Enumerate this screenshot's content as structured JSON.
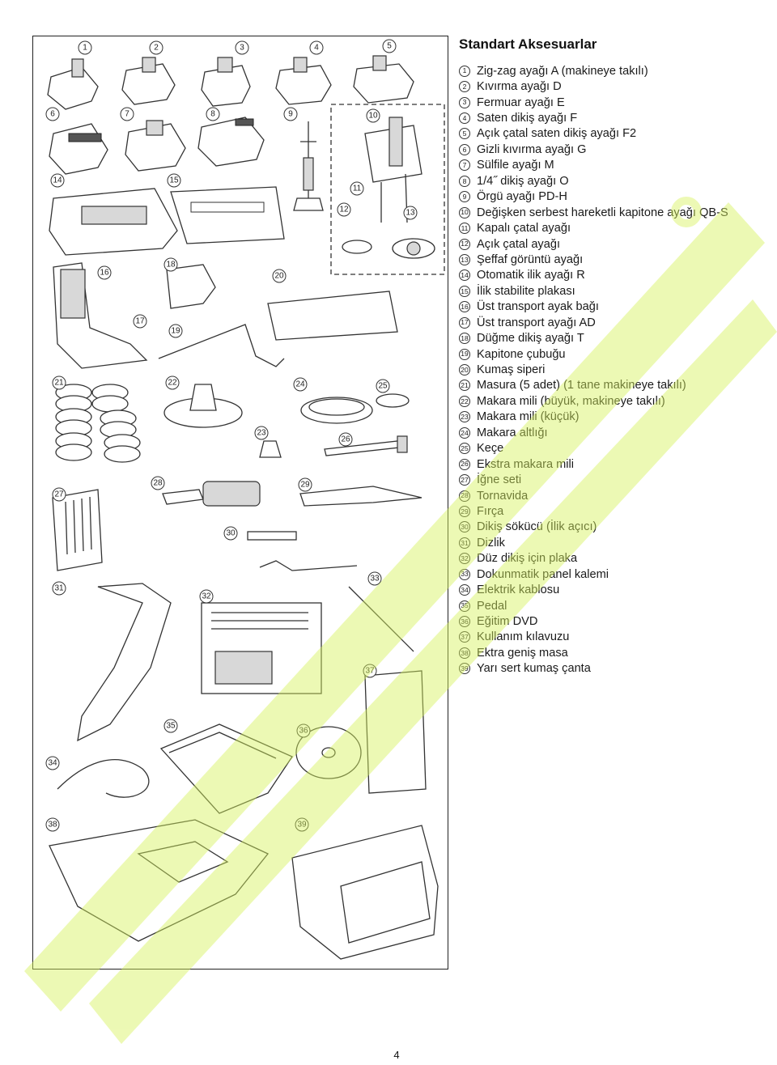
{
  "section_title": "Standart Aksesuarlar",
  "page_number": "4",
  "accent_colors": {
    "watermark_green": "#d6f25a",
    "line_art": "#333333"
  },
  "accessories": [
    {
      "num": "1",
      "label": "Zig-zag ayağı A (makineye takılı)"
    },
    {
      "num": "2",
      "label": "Kıvırma ayağı D"
    },
    {
      "num": "3",
      "label": "Fermuar ayağı E"
    },
    {
      "num": "4",
      "label": "Saten dikiş ayağı F"
    },
    {
      "num": "5",
      "label": "Açık çatal saten dikiş ayağı F2"
    },
    {
      "num": "6",
      "label": "Gizli kıvırma ayağı G"
    },
    {
      "num": "7",
      "label": "Sülfile ayağı M"
    },
    {
      "num": "8",
      "label": "1/4˝ dikiş ayağı O"
    },
    {
      "num": "9",
      "label": "Örgü ayağı PD-H"
    },
    {
      "num": "10",
      "label": "Değişken serbest hareketli kapitone ayağı QB-S"
    },
    {
      "num": "11",
      "label": "Kapalı çatal ayağı"
    },
    {
      "num": "12",
      "label": "Açık çatal ayağı"
    },
    {
      "num": "13",
      "label": "Şeffaf görüntü ayağı"
    },
    {
      "num": "14",
      "label": "Otomatik ilik ayağı R"
    },
    {
      "num": "15",
      "label": "İlik stabilite plakası"
    },
    {
      "num": "16",
      "label": "Üst transport ayak bağı"
    },
    {
      "num": "17",
      "label": "Üst transport ayağı AD"
    },
    {
      "num": "18",
      "label": "Düğme dikiş ayağı T"
    },
    {
      "num": "19",
      "label": "Kapitone çubuğu"
    },
    {
      "num": "20",
      "label": "Kumaş siperi"
    },
    {
      "num": "21",
      "label": "Masura (5 adet) (1 tane makineye takılı)"
    },
    {
      "num": "22",
      "label": "Makara mili (büyük, makineye takılı)"
    },
    {
      "num": "23",
      "label": "Makara mili (küçük)"
    },
    {
      "num": "24",
      "label": "Makara altlığı"
    },
    {
      "num": "25",
      "label": "Keçe"
    },
    {
      "num": "26",
      "label": "Ekstra makara mili"
    },
    {
      "num": "27",
      "label": "İğne seti"
    },
    {
      "num": "28",
      "label": "Tornavida"
    },
    {
      "num": "29",
      "label": "Fırça"
    },
    {
      "num": "30",
      "label": "Dikiş sökücü (İlik açıcı)"
    },
    {
      "num": "31",
      "label": "Dizlik"
    },
    {
      "num": "32",
      "label": "Düz dikiş için plaka"
    },
    {
      "num": "33",
      "label": "Dokunmatik panel kalemi"
    },
    {
      "num": "34",
      "label": "Elektrik kablosu"
    },
    {
      "num": "35",
      "label": "Pedal"
    },
    {
      "num": "36",
      "label": "Eğitim DVD"
    },
    {
      "num": "37",
      "label": "Kullanım kılavuzu"
    },
    {
      "num": "38",
      "label": "Ektra geniş masa"
    },
    {
      "num": "39",
      "label": "Yarı sert kumaş çanta"
    }
  ],
  "figure_callouts": [
    "1",
    "2",
    "3",
    "4",
    "5",
    "6",
    "7",
    "8",
    "9",
    "10",
    "11",
    "12",
    "13",
    "14",
    "15",
    "16",
    "17",
    "18",
    "19",
    "20",
    "21",
    "22",
    "23",
    "24",
    "25",
    "26",
    "27",
    "28",
    "29",
    "30",
    "31",
    "32",
    "33",
    "34",
    "35",
    "36",
    "37",
    "38",
    "39"
  ]
}
